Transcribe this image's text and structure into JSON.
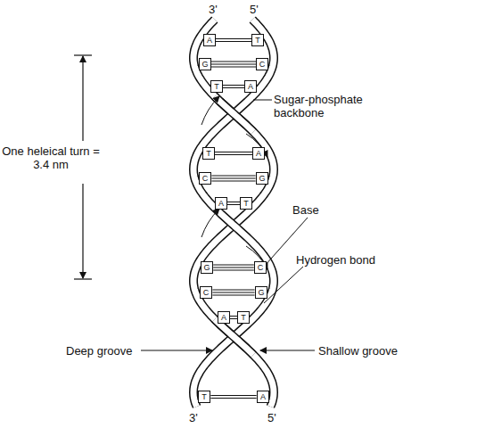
{
  "diagram": {
    "labels": [
      "3'",
      "5'",
      "A",
      "T",
      "G",
      "C",
      "T",
      "A",
      "Sugar-phosphate backbone",
      "One heleical turn = 3.4 nm",
      "T",
      "A",
      "C",
      "G",
      "A",
      "T",
      "Base",
      "Hydrogen bond",
      "G",
      "C",
      "C",
      "G",
      "A",
      "T",
      "Deep groove",
      "Shallow groove",
      "T",
      "A",
      "3'",
      "5'"
    ]
  }
}
